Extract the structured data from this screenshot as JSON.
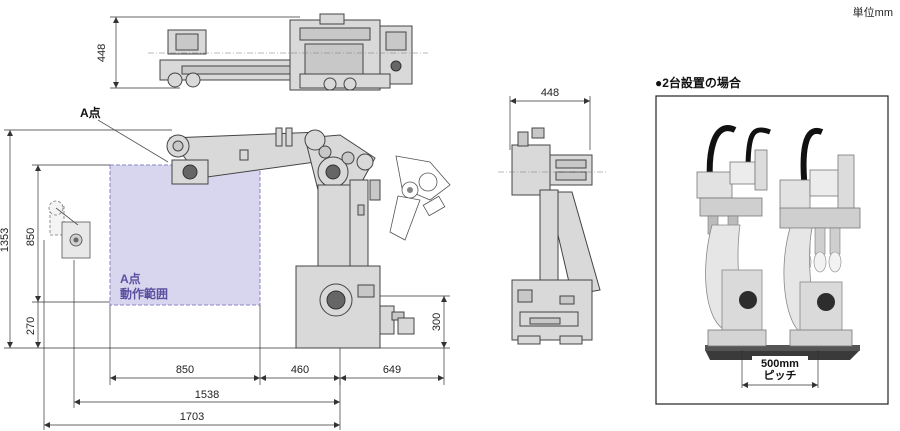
{
  "unit_label": "単位mm",
  "two_units_title": "●2台設置の場合",
  "point_a_label": "A点",
  "work_area_label_1": "A点",
  "work_area_label_2": "動作範囲",
  "pitch_value": "500mm",
  "pitch_label": "ピッチ",
  "dims": {
    "top_width": "448",
    "front_width": "448",
    "total_height": "1353",
    "range_height": "850",
    "base_height": "270",
    "base_300": "300",
    "h850": "850",
    "h460": "460",
    "h649": "649",
    "h1538": "1538",
    "h1703": "1703"
  },
  "colors": {
    "work_area_fill": "#d8d5ef",
    "work_area_stroke": "#8a86c4",
    "machine": "#d9d9d9",
    "label_accent": "#5b4fa0"
  }
}
